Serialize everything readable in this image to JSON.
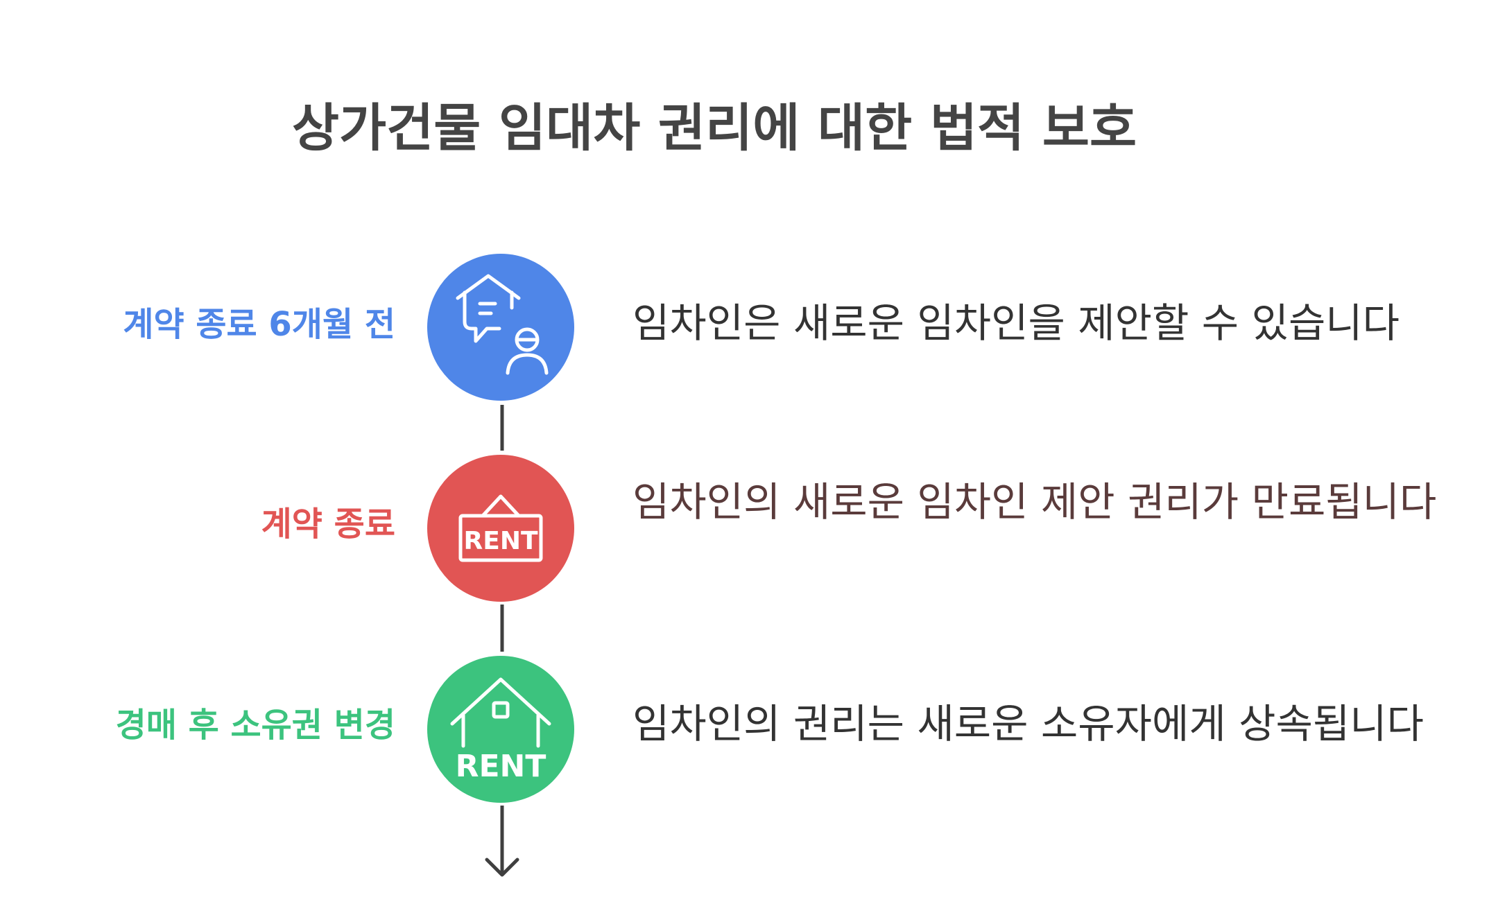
{
  "title": "상가건물 임대차 권리에 대한 법적 보호",
  "colors": {
    "blue": "#4F86E8",
    "red": "#E15554",
    "green": "#3CC37E",
    "line": "#3f3f3f",
    "desc_default": "#333333",
    "desc_brown": "#5a3b3b"
  },
  "stages": [
    {
      "label": "계약 종료 6개월 전",
      "description": "임차인은 새로운 임차인을 제안할 수 있습니다",
      "icon": "house-chat-person-icon",
      "color": "#4F86E8"
    },
    {
      "label": "계약 종료",
      "description": "임차인의 새로운 임차인 제안 권리가 만료됩니다",
      "icon": "rent-sign-icon",
      "icon_text": "RENT",
      "color": "#E15554"
    },
    {
      "label": "경매 후 소유권 변경",
      "description": "임차인의 권리는 새로운 소유자에게 상속됩니다",
      "icon": "rent-house-icon",
      "icon_text": "RENT",
      "color": "#3CC37E"
    }
  ]
}
